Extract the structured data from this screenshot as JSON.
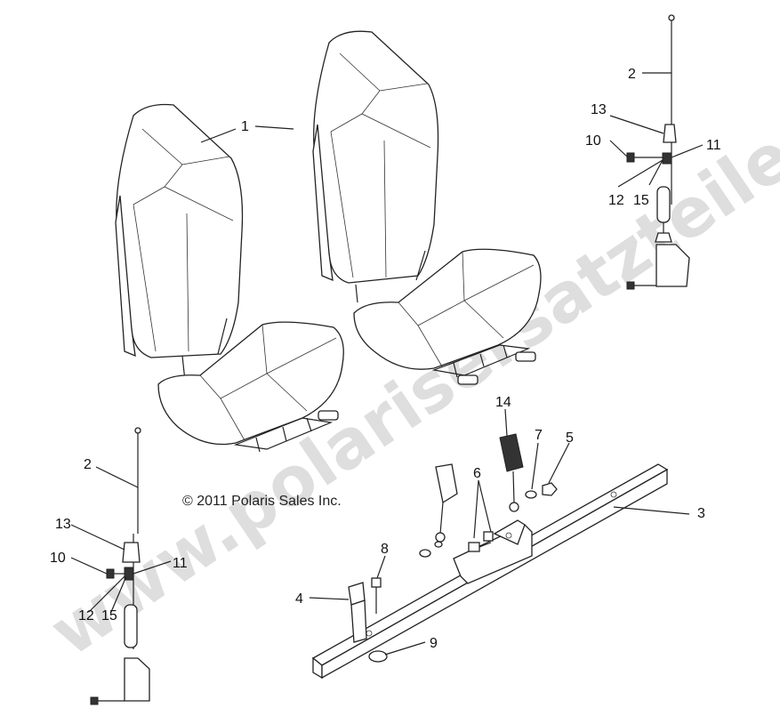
{
  "copyright": "© 2011 Polaris Sales Inc.",
  "watermark": "www.polarisersatzteile.de",
  "callouts": [
    {
      "id": "callout-1",
      "label": "1"
    },
    {
      "id": "callout-2-right",
      "label": "2"
    },
    {
      "id": "callout-13-right",
      "label": "13"
    },
    {
      "id": "callout-10-right",
      "label": "10"
    },
    {
      "id": "callout-11-right",
      "label": "11"
    },
    {
      "id": "callout-12-right",
      "label": "12"
    },
    {
      "id": "callout-15-right",
      "label": "15"
    },
    {
      "id": "callout-2-left",
      "label": "2"
    },
    {
      "id": "callout-13-left",
      "label": "13"
    },
    {
      "id": "callout-10-left",
      "label": "10"
    },
    {
      "id": "callout-11-left",
      "label": "11"
    },
    {
      "id": "callout-12-left",
      "label": "12"
    },
    {
      "id": "callout-15-left",
      "label": "15"
    },
    {
      "id": "callout-14",
      "label": "14"
    },
    {
      "id": "callout-7",
      "label": "7"
    },
    {
      "id": "callout-5",
      "label": "5"
    },
    {
      "id": "callout-6",
      "label": "6"
    },
    {
      "id": "callout-3",
      "label": "3"
    },
    {
      "id": "callout-8",
      "label": "8"
    },
    {
      "id": "callout-4",
      "label": "4"
    },
    {
      "id": "callout-9",
      "label": "9"
    }
  ]
}
